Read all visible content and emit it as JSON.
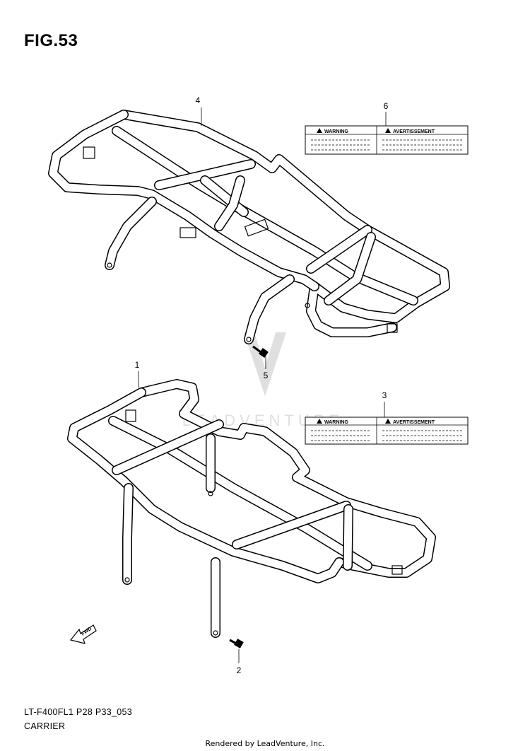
{
  "figure": {
    "title": "FIG.53"
  },
  "callouts": [
    {
      "id": "4",
      "text": "4"
    },
    {
      "id": "6",
      "text": "6"
    },
    {
      "id": "5",
      "text": "5"
    },
    {
      "id": "1",
      "text": "1"
    },
    {
      "id": "3",
      "text": "3"
    },
    {
      "id": "2",
      "text": "2"
    }
  ],
  "labels": {
    "warning": "WARNING",
    "avertissement": "AVERTISSEMENT"
  },
  "fwd_arrow": "FWD",
  "watermark": "LEADVENTURE",
  "footer": {
    "model_code": "LT-F400FL1 P28 P33_053",
    "section_name": "CARRIER",
    "rendered_by": "Rendered by LeadVenture, Inc."
  }
}
